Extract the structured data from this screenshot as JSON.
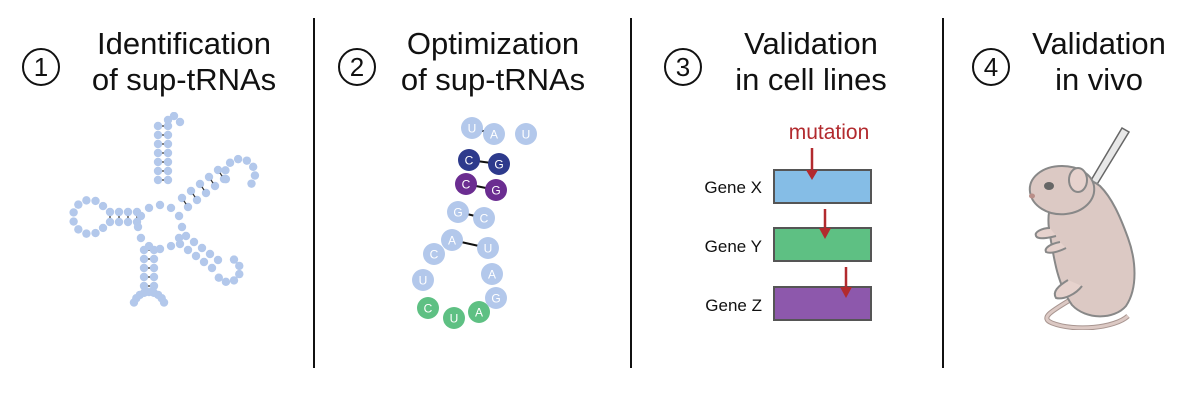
{
  "steps": [
    {
      "number": "1",
      "title_line1": "Identification",
      "title_line2": "of sup-tRNAs"
    },
    {
      "number": "2",
      "title_line1": "Optimization",
      "title_line2": "of sup-tRNAs"
    },
    {
      "number": "3",
      "title_line1": "Validation",
      "title_line2": "in cell lines"
    },
    {
      "number": "4",
      "title_line1": "Validation",
      "title_line2": "in vivo"
    }
  ],
  "optimization_hairpin": {
    "nucleotides": [
      "U",
      "A",
      "U",
      "C",
      "G",
      "C",
      "G",
      "G",
      "C",
      "A",
      "U",
      "C",
      "A",
      "U",
      "G",
      "C",
      "U",
      "A"
    ]
  },
  "cell_validation": {
    "mutation_label": "mutation",
    "genes": [
      {
        "label": "Gene X",
        "color": "#85bde6"
      },
      {
        "label": "Gene Y",
        "color": "#5ec083"
      },
      {
        "label": "Gene Z",
        "color": "#8d58ac"
      }
    ]
  },
  "colors": {
    "trna_light": "#b3c8eb",
    "base_pair_dark_blue": "#2d3a8c",
    "base_pair_purple": "#6b2d91",
    "anticodon_green": "#5ec083",
    "mutation_arrow": "#b22a2e",
    "mouse_body": "#dcc9c4"
  }
}
